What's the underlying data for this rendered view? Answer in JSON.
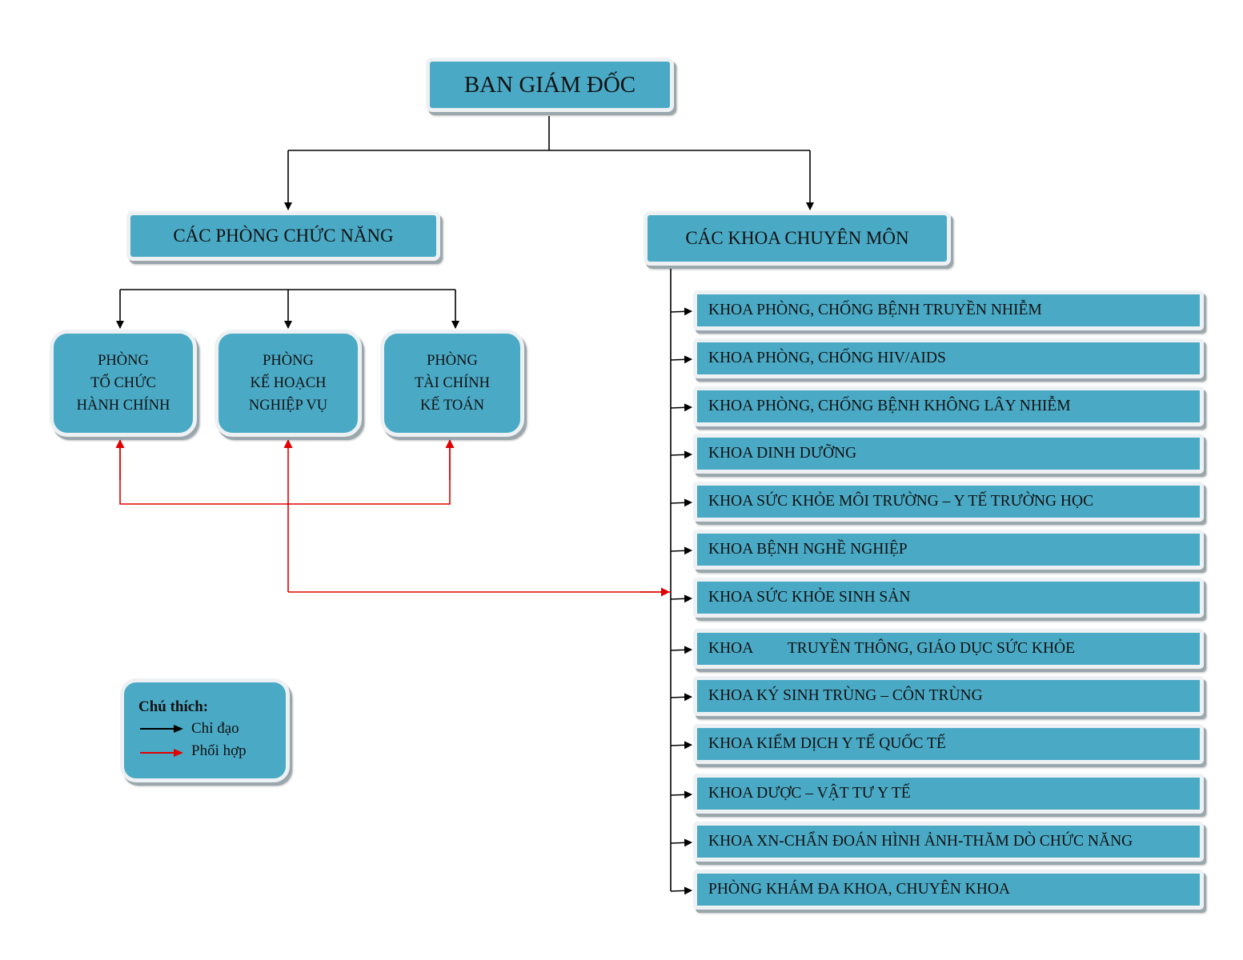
{
  "colors": {
    "box_fill": "#4aaac6",
    "box_border": "#eef1f3",
    "direct_line": "#000000",
    "coordinate_line": "#e00000"
  },
  "top": {
    "label": "BAN GIÁM ĐỐC"
  },
  "groups": {
    "left": {
      "label": "CÁC PHÒNG CHỨC NĂNG"
    },
    "right": {
      "label": "CÁC KHOA CHUYÊN MÔN"
    }
  },
  "departments": [
    {
      "lines": [
        "PHÒNG",
        "TỔ CHỨC",
        "HÀNH CHÍNH"
      ]
    },
    {
      "lines": [
        "PHÒNG",
        "KẾ HOẠCH",
        "NGHIỆP VỤ"
      ]
    },
    {
      "lines": [
        "PHÒNG",
        "TÀI CHÍNH",
        "KẾ TOÁN"
      ]
    }
  ],
  "khoa": [
    "KHOA PHÒNG, CHỐNG BỆNH TRUYỀN NHIỄM",
    "KHOA PHÒNG, CHỐNG HIV/AIDS",
    "KHOA PHÒNG, CHỐNG BỆNH KHÔNG LÂY NHIỄM",
    "KHOA DINH DƯỠNG",
    "KHOA SỨC KHỎE MÔI TRƯỜNG – Y TẾ TRƯỜNG HỌC",
    "KHOA BỆNH NGHỀ NGHIỆP",
    "KHOA SỨC KHỎE SINH SẢN",
    "KHOA         TRUYỀN THÔNG, GIÁO DỤC SỨC KHỎE",
    "KHOA KÝ SINH TRÙNG – CÔN TRÙNG",
    "KHOA KIỂM DỊCH Y TẾ QUỐC TẾ",
    "KHOA DƯỢC – VẬT TƯ Y TẾ",
    "KHOA XN-CHẨN ĐOÁN HÌNH ẢNH-THĂM DÒ CHỨC NĂNG",
    "PHÒNG KHÁM ĐA KHOA, CHUYÊN KHOA"
  ],
  "legend": {
    "title": "Chú thích:",
    "items": [
      {
        "label": "Chỉ đạo",
        "kind": "direct"
      },
      {
        "label": "Phối hợp",
        "kind": "coordinate"
      }
    ]
  }
}
